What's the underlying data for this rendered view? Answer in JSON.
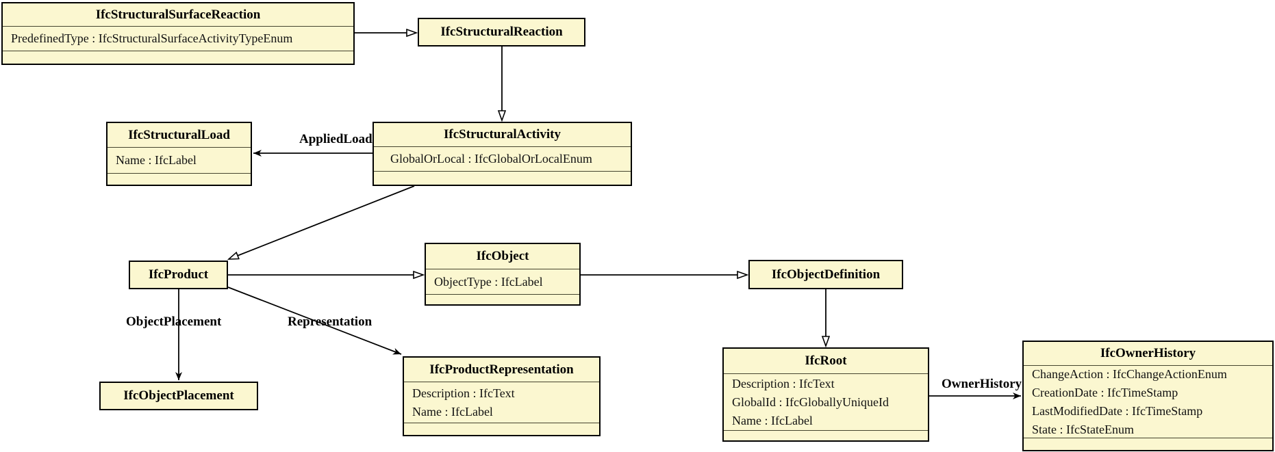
{
  "diagram_type": "uml-class-diagram",
  "classes": [
    {
      "title": "IfcStructuralSurfaceReaction",
      "attributes": [
        "PredefinedType : IfcStructuralSurfaceActivityTypeEnum"
      ]
    },
    {
      "title": "IfcStructuralReaction",
      "attributes": []
    },
    {
      "title": "IfcStructuralLoad",
      "attributes": [
        "Name : IfcLabel"
      ]
    },
    {
      "title": "IfcStructuralActivity",
      "attributes": [
        "GlobalOrLocal : IfcGlobalOrLocalEnum"
      ]
    },
    {
      "title": "IfcProduct",
      "attributes": []
    },
    {
      "title": "IfcObject",
      "attributes": [
        "ObjectType : IfcLabel"
      ]
    },
    {
      "title": "IfcObjectDefinition",
      "attributes": []
    },
    {
      "title": "IfcObjectPlacement",
      "attributes": []
    },
    {
      "title": "IfcProductRepresentation",
      "attributes": [
        "Description : IfcText",
        "Name : IfcLabel"
      ]
    },
    {
      "title": "IfcRoot",
      "attributes": [
        "Description : IfcText",
        "GlobalId : IfcGloballyUniqueId",
        "Name : IfcLabel"
      ]
    },
    {
      "title": "IfcOwnerHistory",
      "attributes": [
        "ChangeAction : IfcChangeActionEnum",
        "CreationDate : IfcTimeStamp",
        "LastModifiedDate : IfcTimeStamp",
        "State : IfcStateEnum"
      ]
    }
  ],
  "edge_labels": {
    "applied_load": "AppliedLoad",
    "object_placement": "ObjectPlacement",
    "representation": "Representation",
    "owner_history": "OwnerHistory"
  },
  "relationships": [
    {
      "from": "IfcStructuralSurfaceReaction",
      "to": "IfcStructuralReaction",
      "type": "generalization"
    },
    {
      "from": "IfcStructuralReaction",
      "to": "IfcStructuralActivity",
      "type": "generalization"
    },
    {
      "from": "IfcStructuralActivity",
      "to": "IfcProduct",
      "type": "generalization"
    },
    {
      "from": "IfcProduct",
      "to": "IfcObject",
      "type": "generalization"
    },
    {
      "from": "IfcObject",
      "to": "IfcObjectDefinition",
      "type": "generalization"
    },
    {
      "from": "IfcObjectDefinition",
      "to": "IfcRoot",
      "type": "generalization"
    },
    {
      "from": "IfcStructuralActivity",
      "to": "IfcStructuralLoad",
      "type": "association",
      "label": "AppliedLoad"
    },
    {
      "from": "IfcProduct",
      "to": "IfcObjectPlacement",
      "type": "association",
      "label": "ObjectPlacement"
    },
    {
      "from": "IfcProduct",
      "to": "IfcProductRepresentation",
      "type": "association",
      "label": "Representation"
    },
    {
      "from": "IfcRoot",
      "to": "IfcOwnerHistory",
      "type": "association",
      "label": "OwnerHistory"
    }
  ],
  "colors": {
    "box_fill": "#fbf7d0",
    "box_border": "#000000",
    "line": "#000000",
    "background": "#ffffff"
  }
}
